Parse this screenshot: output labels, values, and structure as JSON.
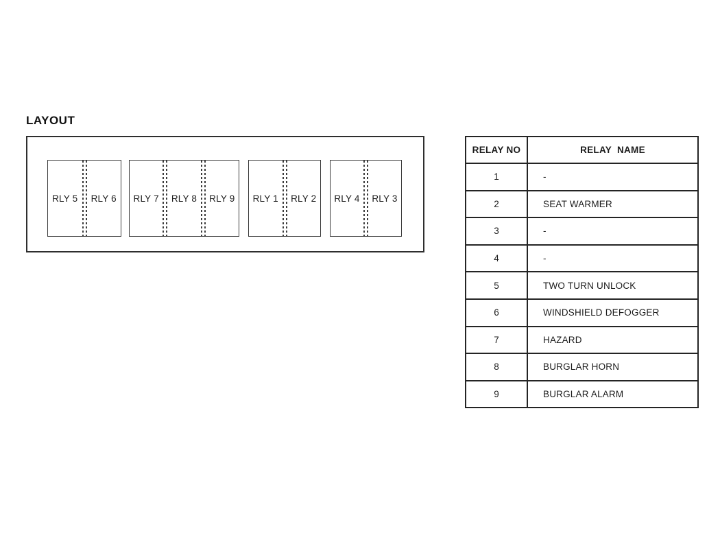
{
  "layout": {
    "title": "LAYOUT",
    "groups": [
      {
        "cells": [
          "RLY 5",
          "RLY 6"
        ]
      },
      {
        "cells": [
          "RLY 7",
          "RLY 8",
          "RLY 9"
        ]
      },
      {
        "cells": [
          "RLY 1",
          "RLY 2"
        ]
      },
      {
        "cells": [
          "RLY 4",
          "RLY 3"
        ]
      }
    ]
  },
  "table": {
    "headers": {
      "no": "RELAY NO",
      "name": "RELAY  NAME"
    },
    "rows": [
      {
        "no": "1",
        "name": "-"
      },
      {
        "no": "2",
        "name": "SEAT WARMER"
      },
      {
        "no": "3",
        "name": "-"
      },
      {
        "no": "4",
        "name": "-"
      },
      {
        "no": "5",
        "name": "TWO TURN UNLOCK"
      },
      {
        "no": "6",
        "name": "WINDSHIELD DEFOGGER"
      },
      {
        "no": "7",
        "name": "HAZARD"
      },
      {
        "no": "8",
        "name": "BURGLAR HORN"
      },
      {
        "no": "9",
        "name": "BURGLAR ALARM"
      }
    ]
  },
  "colors": {
    "background": "#ffffff",
    "line": "#2e2e2e",
    "text": "#1c1c1c"
  }
}
